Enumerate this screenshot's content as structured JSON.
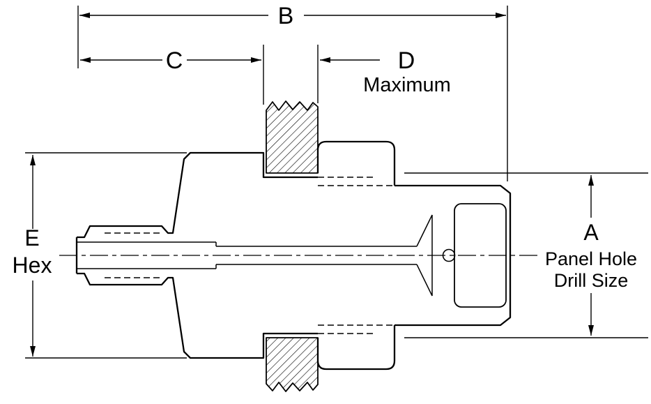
{
  "colors": {
    "background": "#ffffff",
    "ink": "#000000"
  },
  "drawing": {
    "dim_b": {
      "label": "B"
    },
    "dim_c": {
      "label": "C"
    },
    "dim_d": {
      "label": "D",
      "qualifier": "Maximum"
    },
    "dim_e": {
      "label": "E",
      "qualifier": "Hex"
    },
    "dim_a": {
      "label": "A",
      "desc_line1": "Panel Hole",
      "desc_line2": "Drill Size"
    }
  }
}
